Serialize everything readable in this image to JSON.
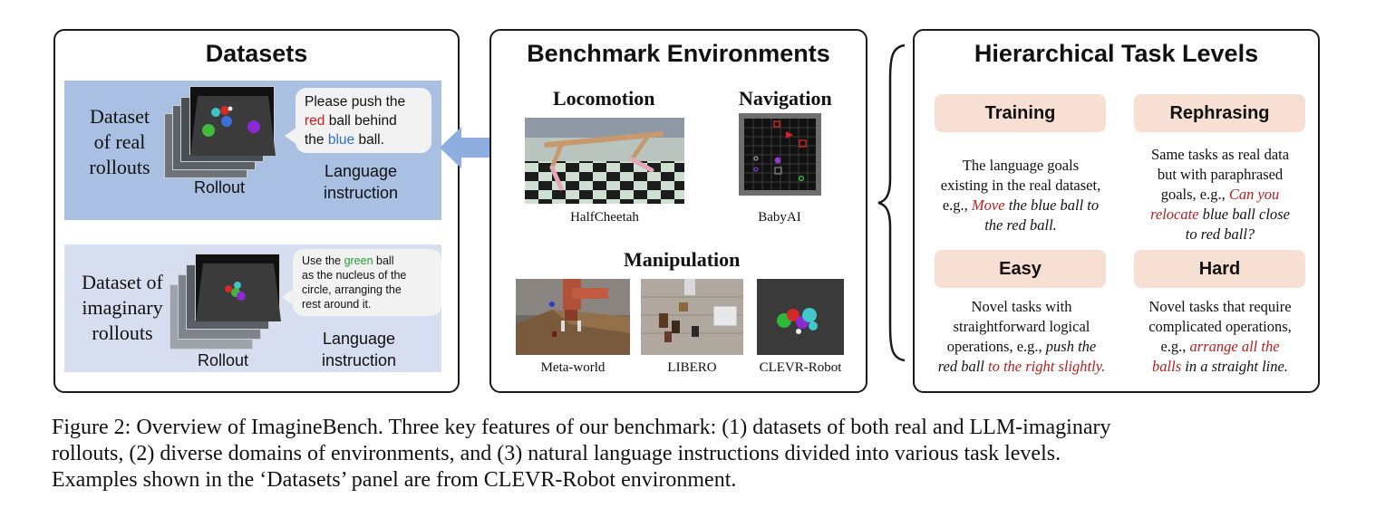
{
  "datasets": {
    "title": "Datasets",
    "real": {
      "label_lines": [
        "Dataset",
        "of real",
        "rollouts"
      ],
      "rollout_label": "Rollout",
      "instruction_label_lines": [
        "Language",
        "instruction"
      ],
      "bubble": {
        "pre": "Please push the",
        "c1": "red",
        "mid1": " ball behind",
        "mid2": "the ",
        "c2": "blue",
        "post": " ball."
      }
    },
    "imaginary": {
      "label_lines": [
        "Dataset of",
        "imaginary",
        "rollouts"
      ],
      "rollout_label": "Rollout",
      "instruction_label_lines": [
        "Language",
        "instruction"
      ],
      "bubble": {
        "pre": "Use the ",
        "c1": "green",
        "post1": " ball",
        "line2": "as the nucleus of the",
        "line3": "circle, arranging the",
        "line4": "rest around it."
      }
    }
  },
  "benchmark": {
    "title": "Benchmark Environments",
    "locomotion": {
      "title": "Locomotion",
      "caption": "HalfCheetah"
    },
    "navigation": {
      "title": "Navigation",
      "caption": "BabyAI"
    },
    "manipulation": {
      "title": "Manipulation",
      "captions": [
        "Meta-world",
        "LIBERO",
        "CLEVR-Robot"
      ]
    }
  },
  "tasks": {
    "title": "Hierarchical Task Levels",
    "levels": [
      {
        "name": "Training",
        "lines": [
          "The language goals",
          "existing in the real dataset,"
        ],
        "ex_prefix": "e.g., ",
        "ex_red": "Move",
        "ex_rest": " the blue ball to",
        "ex_line2": "the red ball."
      },
      {
        "name": "Rephrasing",
        "lines": [
          "Same tasks as real data",
          "but with paraphrased"
        ],
        "ex_prefix": "goals, e.g., ",
        "ex_red": "Can you",
        "ex_red2": "relocate",
        "ex_rest": " blue ball close",
        "ex_line2": "to red ball?"
      },
      {
        "name": "Easy",
        "lines": [
          "Novel tasks with",
          "straightforward logical"
        ],
        "ex_prefix": "operations, e.g., ",
        "ex_plain": "push the",
        "ex_plain2": "red ball ",
        "ex_red": "to the right slightly."
      },
      {
        "name": "Hard",
        "lines": [
          "Novel tasks that require",
          "complicated operations,"
        ],
        "ex_prefix": "e.g., ",
        "ex_red": "arrange all the",
        "ex_red2": "balls",
        "ex_rest": " in a straight line."
      }
    ]
  },
  "caption": {
    "line1": "Figure 2: Overview of ImagineBench. Three key features of our benchmark: (1) datasets of both real and LLM-imaginary",
    "line2": "rollouts, (2) diverse domains of environments, and (3) natural language instructions divided into various task levels.",
    "line3": "Examples shown in the ‘Datasets’ panel are from CLEVR-Robot environment."
  },
  "colors": {
    "real_bg": "#a9c0e2",
    "imag_bg": "#d7def0",
    "chip_bg": "#f8dfd3",
    "example_red": "#b3201e",
    "arrow": "#8eaee0"
  }
}
